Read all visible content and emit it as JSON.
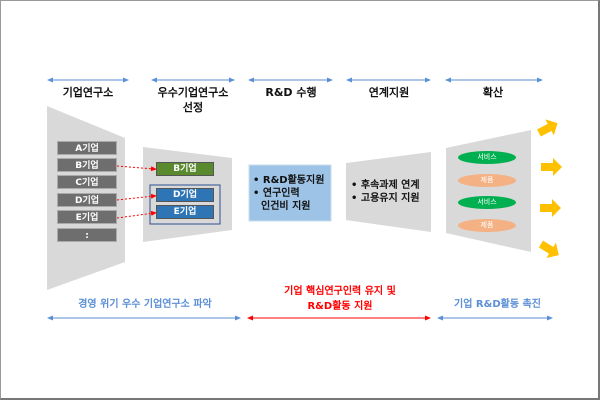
{
  "stages": [
    "기업연구소",
    "우수기업연구소 선정",
    "R&D 수행",
    "연계지원",
    "확산"
  ],
  "companies": [
    "A기업",
    "B기업",
    "C기업",
    "D기업",
    "E기업",
    ":"
  ],
  "selected": [
    "B기업",
    "D기업",
    "E기업"
  ],
  "rnd_box": [
    "• R&D활동지원",
    "• 연구인력",
    "인건비 지원"
  ],
  "linkage": [
    "• 후속과제 연계",
    "• 고용유지 지원"
  ],
  "diffusion": [
    "서비스",
    "제품",
    "서비스",
    "제품"
  ],
  "bottom": {
    "left": "경영 위기 우수 기업연구소 파악",
    "middle_line1": "기업 핵심연구인력 유지 및",
    "middle_line2": "R&D활동 지원",
    "right": "기업 R&D활동 촉진"
  },
  "colors": {
    "arrow_blue": "#5b8fd6",
    "red": "#ff0000",
    "green": "#5a8a2e",
    "blue": "#2e75b6",
    "light_blue": "#9dc3e6",
    "service": "#00b050",
    "product": "#f4b183",
    "yellow": "#ffc000"
  }
}
